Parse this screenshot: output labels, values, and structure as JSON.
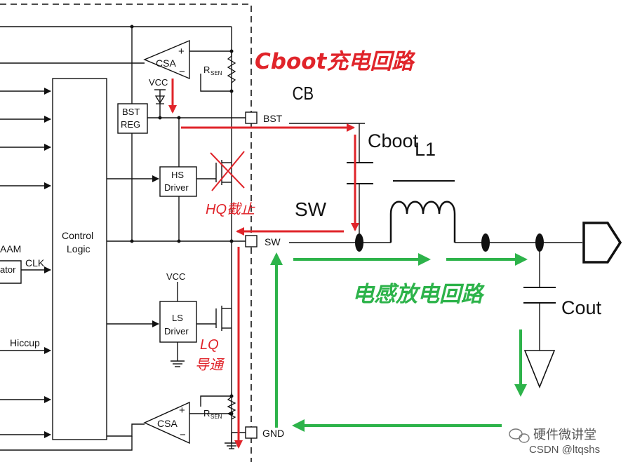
{
  "labels": {
    "csa": "CSA",
    "rsen_main": "R",
    "rsen_sub": "SEN",
    "vcc": "VCC",
    "bst_reg_line1": "BST",
    "bst_reg_line2": "REG",
    "hs_line1": "HS",
    "hs_line2": "Driver",
    "ls_line1": "LS",
    "ls_line2": "Driver",
    "control_line1": "Control",
    "control_line2": "Logic",
    "aam": "AAM",
    "clk": "CLK",
    "oscillator_partial": "ator",
    "hiccup": "Hiccup",
    "pin_bst": "BST",
    "pin_sw": "SW",
    "pin_gnd": "GND",
    "cb": "CB",
    "cboot": "Cboot",
    "l1": "L1",
    "sw_node": "SW",
    "cout": "Cout"
  },
  "annotations": {
    "cboot_loop": "Cboot充电回路",
    "hq_off": "HQ截止",
    "lq_on_line1": "LQ",
    "lq_on_line2": "导通",
    "inductor_loop": "电感放电回路"
  },
  "watermark": {
    "brand": "硬件微讲堂",
    "csdn": "CSDN @ltqshs"
  },
  "colors": {
    "red": "#e0242a",
    "green": "#2db34a",
    "black": "#111111"
  }
}
